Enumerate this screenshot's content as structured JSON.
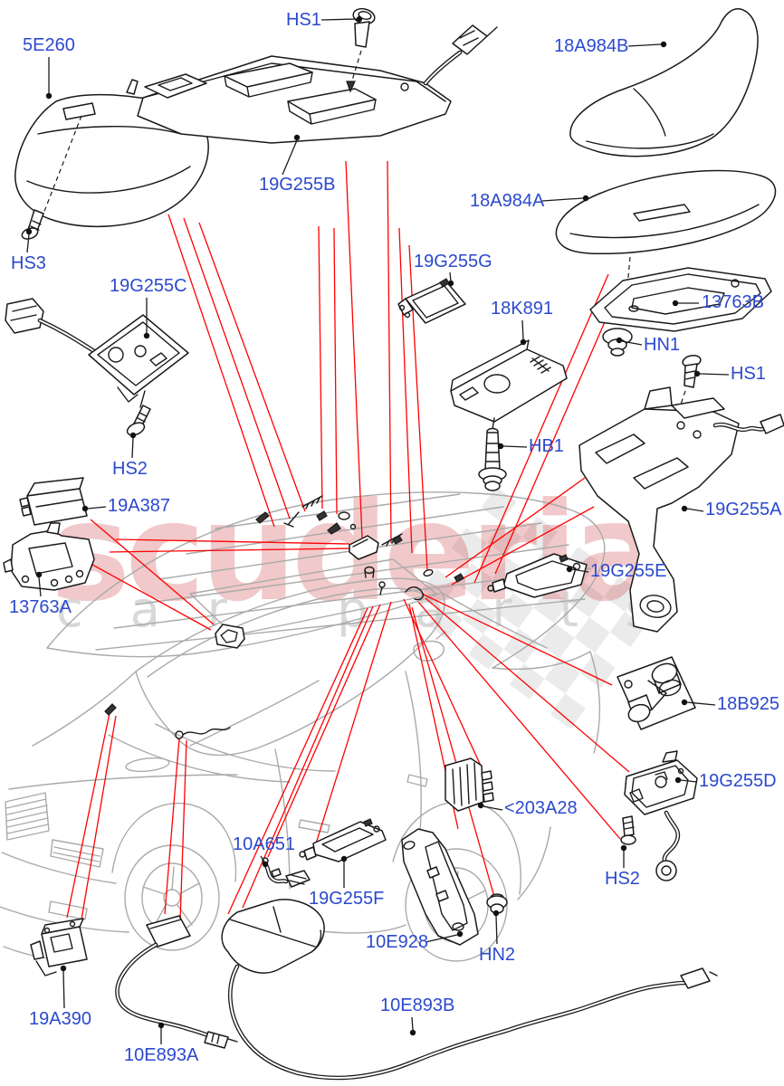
{
  "watermark": {
    "brand": "scuderia",
    "tagline": "car parts"
  },
  "colors": {
    "label_blue": "#2b49cf",
    "leader_red": "#ff0000",
    "part_line": "#1a1a1a",
    "car_gray": "#aaaaaa",
    "watermark_red": "rgba(205,60,66,0.28)",
    "watermark_gray": "#cfcfcf",
    "checker_gray": "#dcdcdc"
  },
  "labels": [
    {
      "text": "5E260"
    },
    {
      "text": "HS1"
    },
    {
      "text": "18A984B"
    },
    {
      "text": "19G255B"
    },
    {
      "text": "HS3"
    },
    {
      "text": "19G255C"
    },
    {
      "text": "18A984A"
    },
    {
      "text": "19G255G"
    },
    {
      "text": "18K891"
    },
    {
      "text": "13763B"
    },
    {
      "text": "HN1"
    },
    {
      "text": "HS1"
    },
    {
      "text": "HS2"
    },
    {
      "text": "HB1"
    },
    {
      "text": "19A387"
    },
    {
      "text": "19G255A"
    },
    {
      "text": "13763A"
    },
    {
      "text": "19G255E"
    },
    {
      "text": "18B925"
    },
    {
      "text": "19G255D"
    },
    {
      "text": "<203A28"
    },
    {
      "text": "10A651"
    },
    {
      "text": "19G255F"
    },
    {
      "text": "HS2"
    },
    {
      "text": "10E928"
    },
    {
      "text": "HN2"
    },
    {
      "text": "19A390"
    },
    {
      "text": "10E893A"
    },
    {
      "text": "10E893B"
    }
  ]
}
